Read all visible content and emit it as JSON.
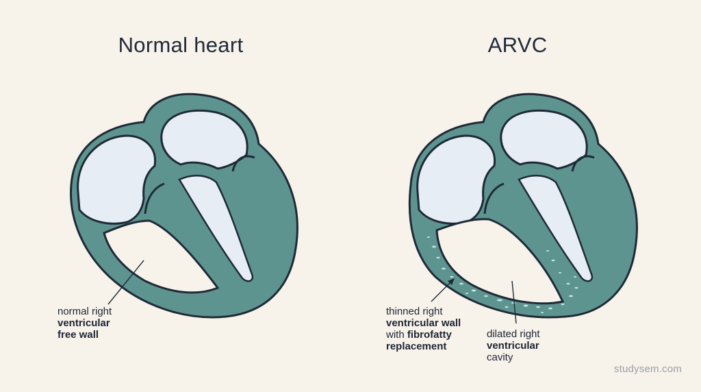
{
  "titles": {
    "left": "Normal heart",
    "right": "ARVC"
  },
  "labels": {
    "normal": {
      "line1": "normal right",
      "line2": "ventricular",
      "line3": "free wall"
    },
    "thinned": {
      "line1": "thinned right",
      "line2": "ventricular wall",
      "line3_prefix": "with ",
      "line3_bold": "fibrofatty",
      "line4": "replacement"
    },
    "dilated": {
      "line1": "dilated right",
      "line2": "ventricular",
      "line3": "cavity"
    }
  },
  "watermark": "studysem.com",
  "colors": {
    "background": "#f7f2ea",
    "myocardium": "#5e9490",
    "outline": "#1e2a36",
    "chamber": "#e6edf5",
    "fat": "#bfe6e6"
  }
}
